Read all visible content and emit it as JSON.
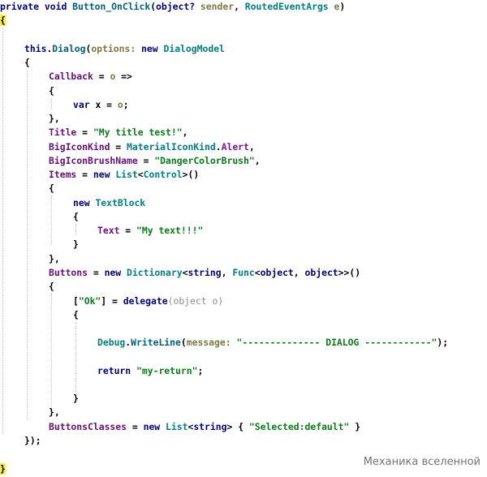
{
  "code": {
    "l01": {
      "a": "private",
      "b": " ",
      "c": "void",
      "d": " ",
      "e": "Button_OnClick",
      "f": "(",
      "g": "object?",
      "h": " ",
      "i": "sender",
      "j": ", ",
      "k": "RoutedEventArgs",
      "l": " ",
      "m": "e",
      "n": ")"
    },
    "l02": {
      "a": "{"
    },
    "l03": {
      "a": "this",
      "b": ".",
      "c": "Dialog",
      "d": "(",
      "e": "options:",
      "f": " ",
      "g": "new",
      "h": " ",
      "i": "DialogModel"
    },
    "l04": {
      "a": "{"
    },
    "l05": {
      "a": "Callback",
      "b": " = ",
      "c": "o",
      "d": " =>"
    },
    "l06": {
      "a": "{"
    },
    "l07": {
      "a": "var",
      "b": " ",
      "c": "x",
      "d": " = ",
      "e": "o",
      "f": ";"
    },
    "l08": {
      "a": "},"
    },
    "l09": {
      "a": "Title",
      "b": " = ",
      "c": "\"My title test!\"",
      "d": ","
    },
    "l10": {
      "a": "BigIconKind",
      "b": " = ",
      "c": "MaterialIconKind",
      "d": ".",
      "e": "Alert",
      "f": ","
    },
    "l11": {
      "a": "BigIconBrushName",
      "b": " = ",
      "c": "\"DangerColorBrush\"",
      "d": ","
    },
    "l12": {
      "a": "Items",
      "b": " = ",
      "c": "new",
      "d": " ",
      "e": "List",
      "f": "<",
      "g": "Control",
      "h": ">()"
    },
    "l13": {
      "a": "{"
    },
    "l14": {
      "a": "new",
      "b": " ",
      "c": "TextBlock"
    },
    "l15": {
      "a": "{"
    },
    "l16": {
      "a": "Text",
      "b": " = ",
      "c": "\"My text!!!\""
    },
    "l17": {
      "a": "}"
    },
    "l18": {
      "a": "},"
    },
    "l19": {
      "a": "Buttons",
      "b": " = ",
      "c": "new",
      "d": " ",
      "e": "Dictionary",
      "f": "<",
      "g": "string",
      "h": ", ",
      "i": "Func",
      "j": "<",
      "k": "object",
      "l": ", ",
      "m": "object",
      "n": ">>()"
    },
    "l20": {
      "a": "{"
    },
    "l21": {
      "a": "[",
      "b": "\"Ok\"",
      "c": "] = ",
      "d": "delegate",
      "e": "(object o)"
    },
    "l22": {
      "a": "{"
    },
    "l23": {
      "a": "Debug",
      "b": ".",
      "c": "WriteLine",
      "d": "(",
      "e": "message:",
      "f": " ",
      "g": "\"-------------- DIALOG ------------\"",
      "h": ");"
    },
    "l24": {
      "a": "return",
      "b": " ",
      "c": "\"my-return\"",
      "d": ";"
    },
    "l25": {
      "a": "}"
    },
    "l26": {
      "a": "},"
    },
    "l27": {
      "a": "ButtonsClasses",
      "b": " = ",
      "c": "new",
      "d": " ",
      "e": "List",
      "f": "<",
      "g": "string",
      "h": "> { ",
      "i": "\"Selected:default\"",
      "j": " }"
    },
    "l28": {
      "a": "});"
    },
    "l29": {
      "a": "}"
    }
  },
  "watermark": "Механика вселенной",
  "colors": {
    "keyword": "#000080",
    "method": "#00627a",
    "property": "#660e7a",
    "string": "#067d17",
    "type": "#008080",
    "enum_member": "#871094",
    "parameter": "#7a7a43",
    "brace_highlight": "#f6ee54",
    "background": "#ffffff"
  }
}
